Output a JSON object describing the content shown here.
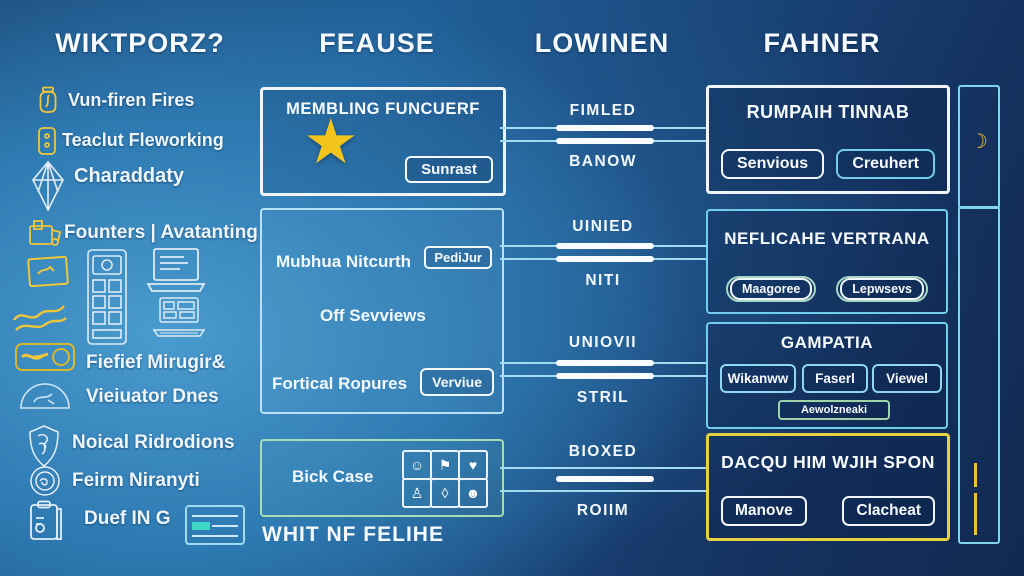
{
  "headers": {
    "col1": "WIKTPORZ?",
    "col2": "FEAUSE",
    "col3": "LOWINEN",
    "col4": "FAHNER"
  },
  "sidebar": {
    "items": [
      {
        "icon": "lantern-icon",
        "label": "Vun-firen Fires"
      },
      {
        "icon": "phone-icon",
        "label": "Teaclut Fleworking"
      },
      {
        "icon": "kite-icon",
        "label": "Charaddaty"
      },
      {
        "icon": "crate-icon",
        "label": "Founters | Avatanting"
      },
      {
        "icon": "ticket-icon",
        "label": "Fiefief Mirugir&"
      },
      {
        "icon": "dome-icon",
        "label": "Vieiuator Dnes"
      },
      {
        "icon": "crest-icon",
        "label": "Noical Ridrodions"
      },
      {
        "icon": "medal-icon",
        "label": "Feirm Niranyti"
      },
      {
        "icon": "clipboard-icon",
        "label": "Duef IN G"
      }
    ]
  },
  "feause": {
    "box1": {
      "title": "MEMBLING FUNCUERF",
      "star_icon": "★",
      "button": "Sunrast"
    },
    "box2": {
      "row1_label": "Mubhua Nitcurth",
      "row1_button": "PediJur",
      "row2_label": "Off Sevviews",
      "row3_label": "Fortical Ropures",
      "row3_button": "Verviue"
    },
    "box3": {
      "label": "Bick Case",
      "grid_icons": [
        {
          "name": "smiley-icon",
          "glyph": "☺"
        },
        {
          "name": "flag-icon",
          "glyph": "⚑"
        },
        {
          "name": "heart-icon",
          "glyph": "♥"
        },
        {
          "name": "person-icon",
          "glyph": "♙"
        },
        {
          "name": "droplet-icon",
          "glyph": "◊"
        },
        {
          "name": "face-icon",
          "glyph": "☻"
        }
      ]
    },
    "footer": "WHIT NF FELIHE"
  },
  "lowinen": {
    "pairs": [
      {
        "top": "FIMLED",
        "bottom": "BANOW"
      },
      {
        "top": "UINIED",
        "bottom": "NITI"
      },
      {
        "top": "UNIOVII",
        "bottom": "STRIL"
      },
      {
        "top": "BIOXED",
        "bottom": "ROIIM"
      }
    ]
  },
  "fahner": {
    "box1": {
      "title": "RUMPAIH TINNAB",
      "buttons": [
        "Senvious",
        "Creuhert"
      ]
    },
    "box2": {
      "title": "NEFLICAHE VERTRANA",
      "buttons": [
        "Maagoree",
        "Lepwsevs"
      ]
    },
    "box3": {
      "title": "GAMPATIA",
      "buttons": [
        "Wikanww",
        "Faserl",
        "Viewel"
      ],
      "extra_button": "Aewolzneaki"
    },
    "box4": {
      "title": "DACQU HIM WJIH SPON",
      "buttons": [
        "Manove",
        "Clacheat"
      ]
    }
  },
  "right_rail": {
    "moon_icon": "☽"
  },
  "colors": {
    "accent_cyan": "#7fd4ee",
    "accent_yellow": "#e5d23e",
    "accent_green": "#a8dcb2",
    "star_yellow": "#f2c51d",
    "icon_yellow": "#eec63a",
    "text": "#f2f8fc"
  }
}
